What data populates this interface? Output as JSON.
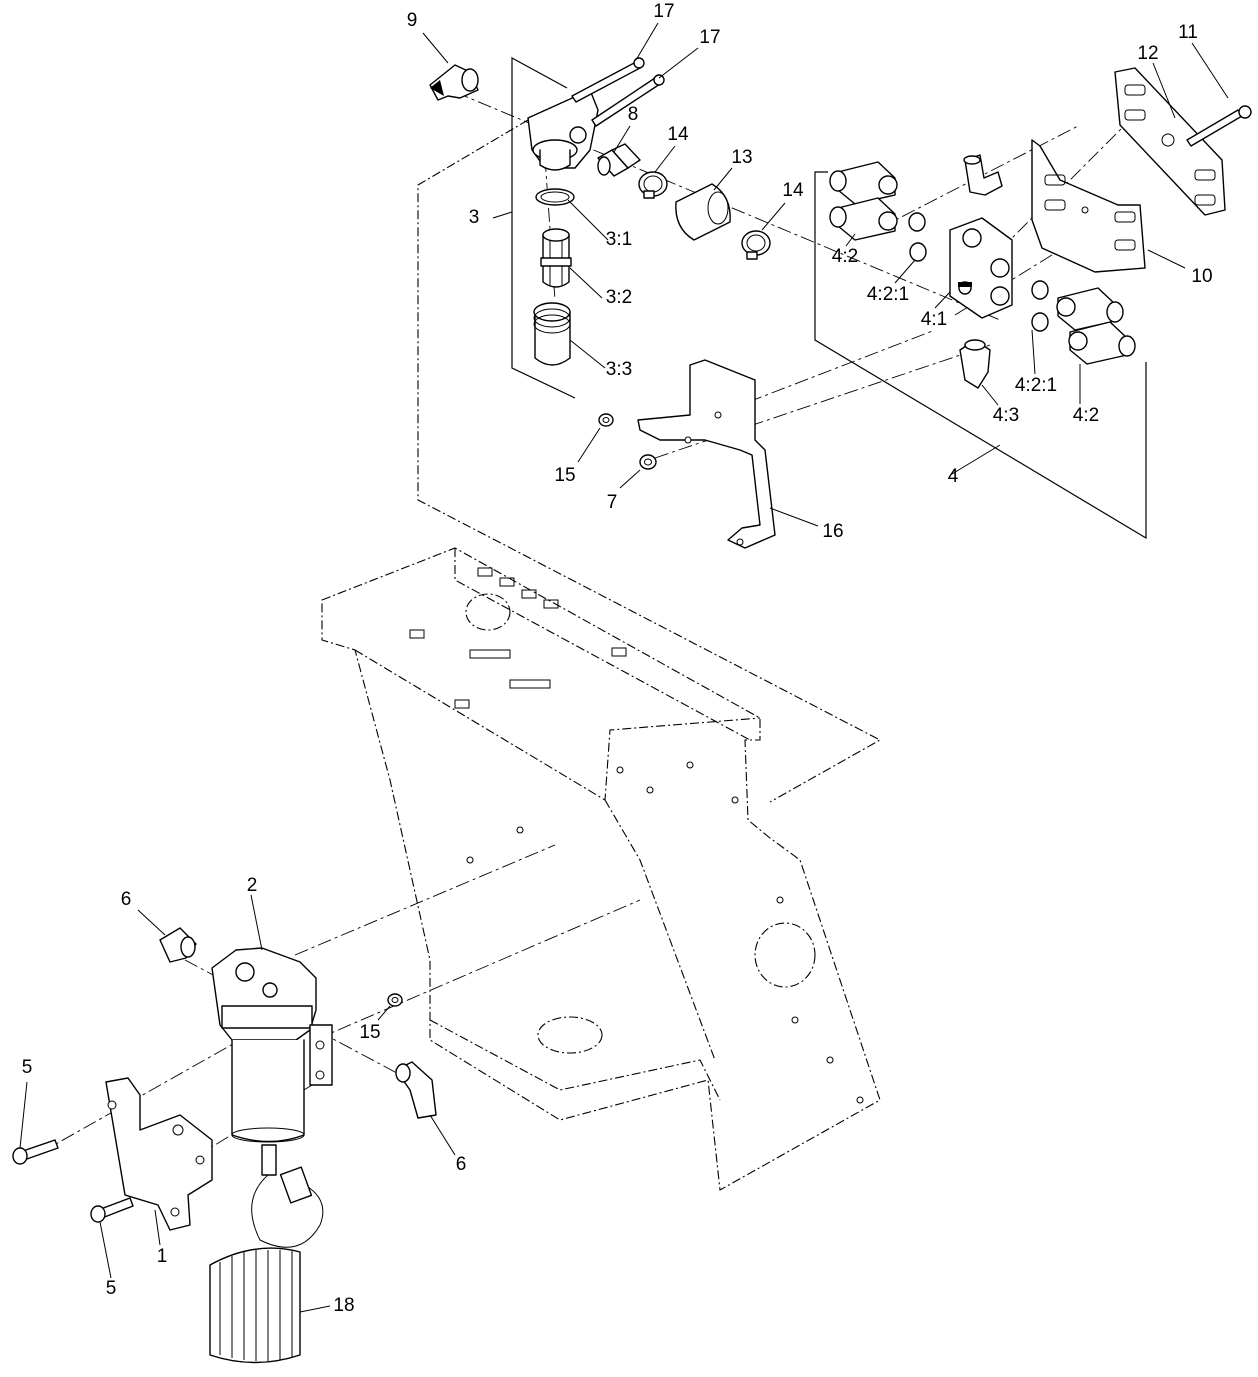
{
  "callouts": [
    {
      "id": "c9",
      "label": "9"
    },
    {
      "id": "c17a",
      "label": "17"
    },
    {
      "id": "c17b",
      "label": "17"
    },
    {
      "id": "c8",
      "label": "8"
    },
    {
      "id": "c14a",
      "label": "14"
    },
    {
      "id": "c13",
      "label": "13"
    },
    {
      "id": "c14b",
      "label": "14"
    },
    {
      "id": "c3",
      "label": "3"
    },
    {
      "id": "c3_1",
      "label": "3:1"
    },
    {
      "id": "c3_2",
      "label": "3:2"
    },
    {
      "id": "c3_3",
      "label": "3:3"
    },
    {
      "id": "c4_2a",
      "label": "4:2"
    },
    {
      "id": "c4_2_1a",
      "label": "4:2:1"
    },
    {
      "id": "c4_1",
      "label": "4:1"
    },
    {
      "id": "c4_3",
      "label": "4:3"
    },
    {
      "id": "c4_2_1b",
      "label": "4:2:1"
    },
    {
      "id": "c4_2b",
      "label": "4:2"
    },
    {
      "id": "c4",
      "label": "4"
    },
    {
      "id": "c10",
      "label": "10"
    },
    {
      "id": "c11",
      "label": "11"
    },
    {
      "id": "c12",
      "label": "12"
    },
    {
      "id": "c15a",
      "label": "15"
    },
    {
      "id": "c7",
      "label": "7"
    },
    {
      "id": "c16",
      "label": "16"
    },
    {
      "id": "c6a",
      "label": "6"
    },
    {
      "id": "c2",
      "label": "2"
    },
    {
      "id": "c15b",
      "label": "15"
    },
    {
      "id": "c6b",
      "label": "6"
    },
    {
      "id": "c5a",
      "label": "5"
    },
    {
      "id": "c5b",
      "label": "5"
    },
    {
      "id": "c1",
      "label": "1"
    },
    {
      "id": "c18",
      "label": "18"
    }
  ]
}
